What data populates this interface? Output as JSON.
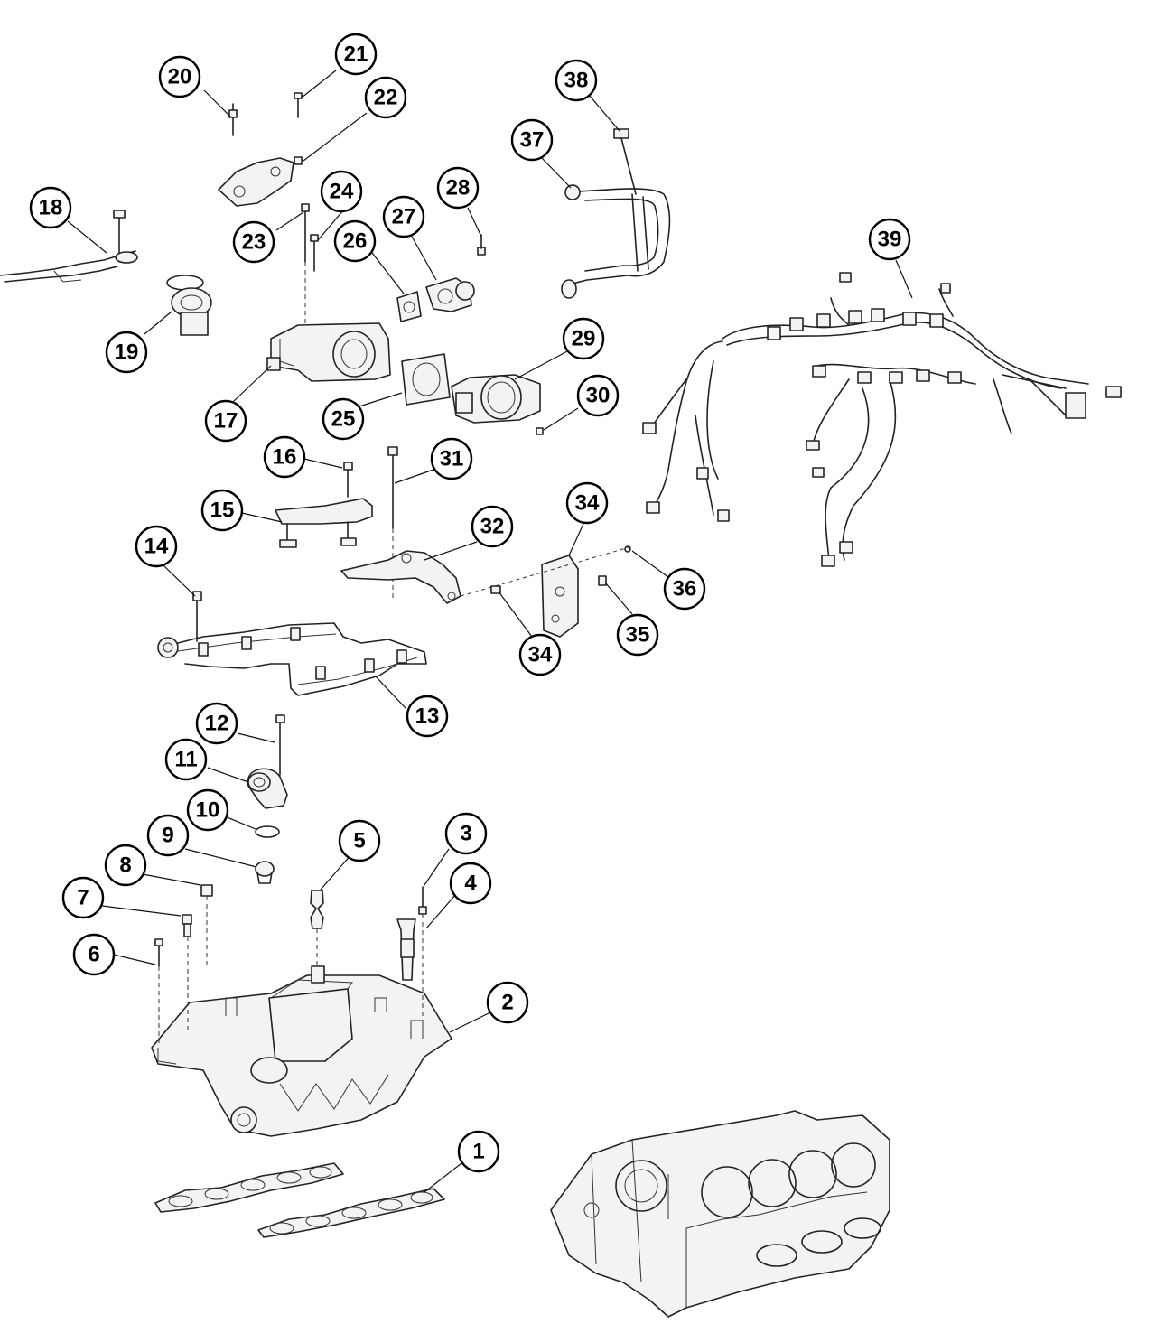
{
  "callouts": [
    "1",
    "2",
    "3",
    "4",
    "5",
    "6",
    "7",
    "8",
    "9",
    "10",
    "11",
    "12",
    "13",
    "14",
    "15",
    "16",
    "17",
    "18",
    "19",
    "20",
    "21",
    "22",
    "23",
    "24",
    "25",
    "26",
    "27",
    "28",
    "29",
    "30",
    "31",
    "32",
    "34",
    "34",
    "35",
    "36",
    "37",
    "38",
    "39"
  ],
  "colors": {
    "ink": "#000000",
    "background": "#ffffff",
    "part_fill": "#f3f3f3"
  }
}
